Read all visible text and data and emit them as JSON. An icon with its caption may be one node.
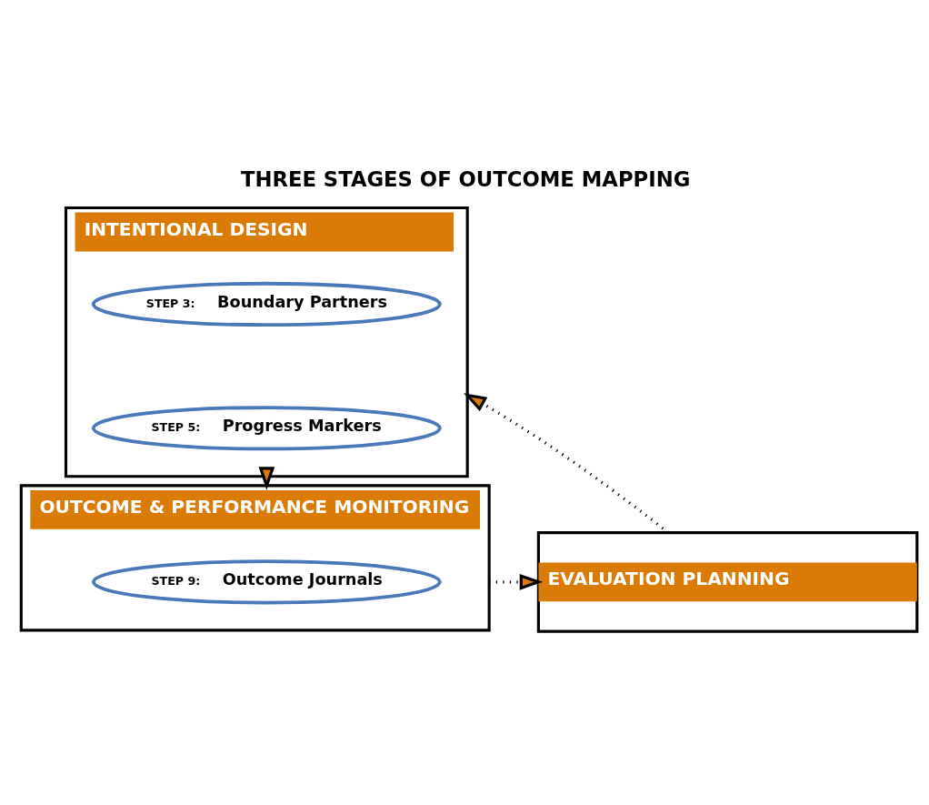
{
  "diagram": {
    "title": "THREE STAGES OF OUTCOME MAPPING",
    "nodes": [
      {
        "text": [
          "INTENTIONAL DESIGN"
        ]
      },
      {
        "text": [
          "STEP 3:",
          "Boundary Partners"
        ],
        "in": 0
      },
      {
        "text": [
          "STEP 5:",
          "Progress Markers"
        ],
        "in": 0
      },
      {
        "text": [
          "OUTCOME & PERFORMANCE MONITORING"
        ]
      },
      {
        "text": [
          "STEP 9:",
          "Outcome Journals"
        ],
        "in": 3
      },
      {
        "text": [
          "EVALUATION PLANNING"
        ]
      }
    ],
    "edges": [
      {
        "from": 0,
        "to": 3,
        "arrow": "to",
        "style": "dashed"
      },
      {
        "from": 3,
        "to": 5,
        "arrow": "to",
        "style": "dashed"
      },
      {
        "from": 5,
        "to": 0,
        "arrow": "to",
        "style": "dashed"
      }
    ]
  }
}
